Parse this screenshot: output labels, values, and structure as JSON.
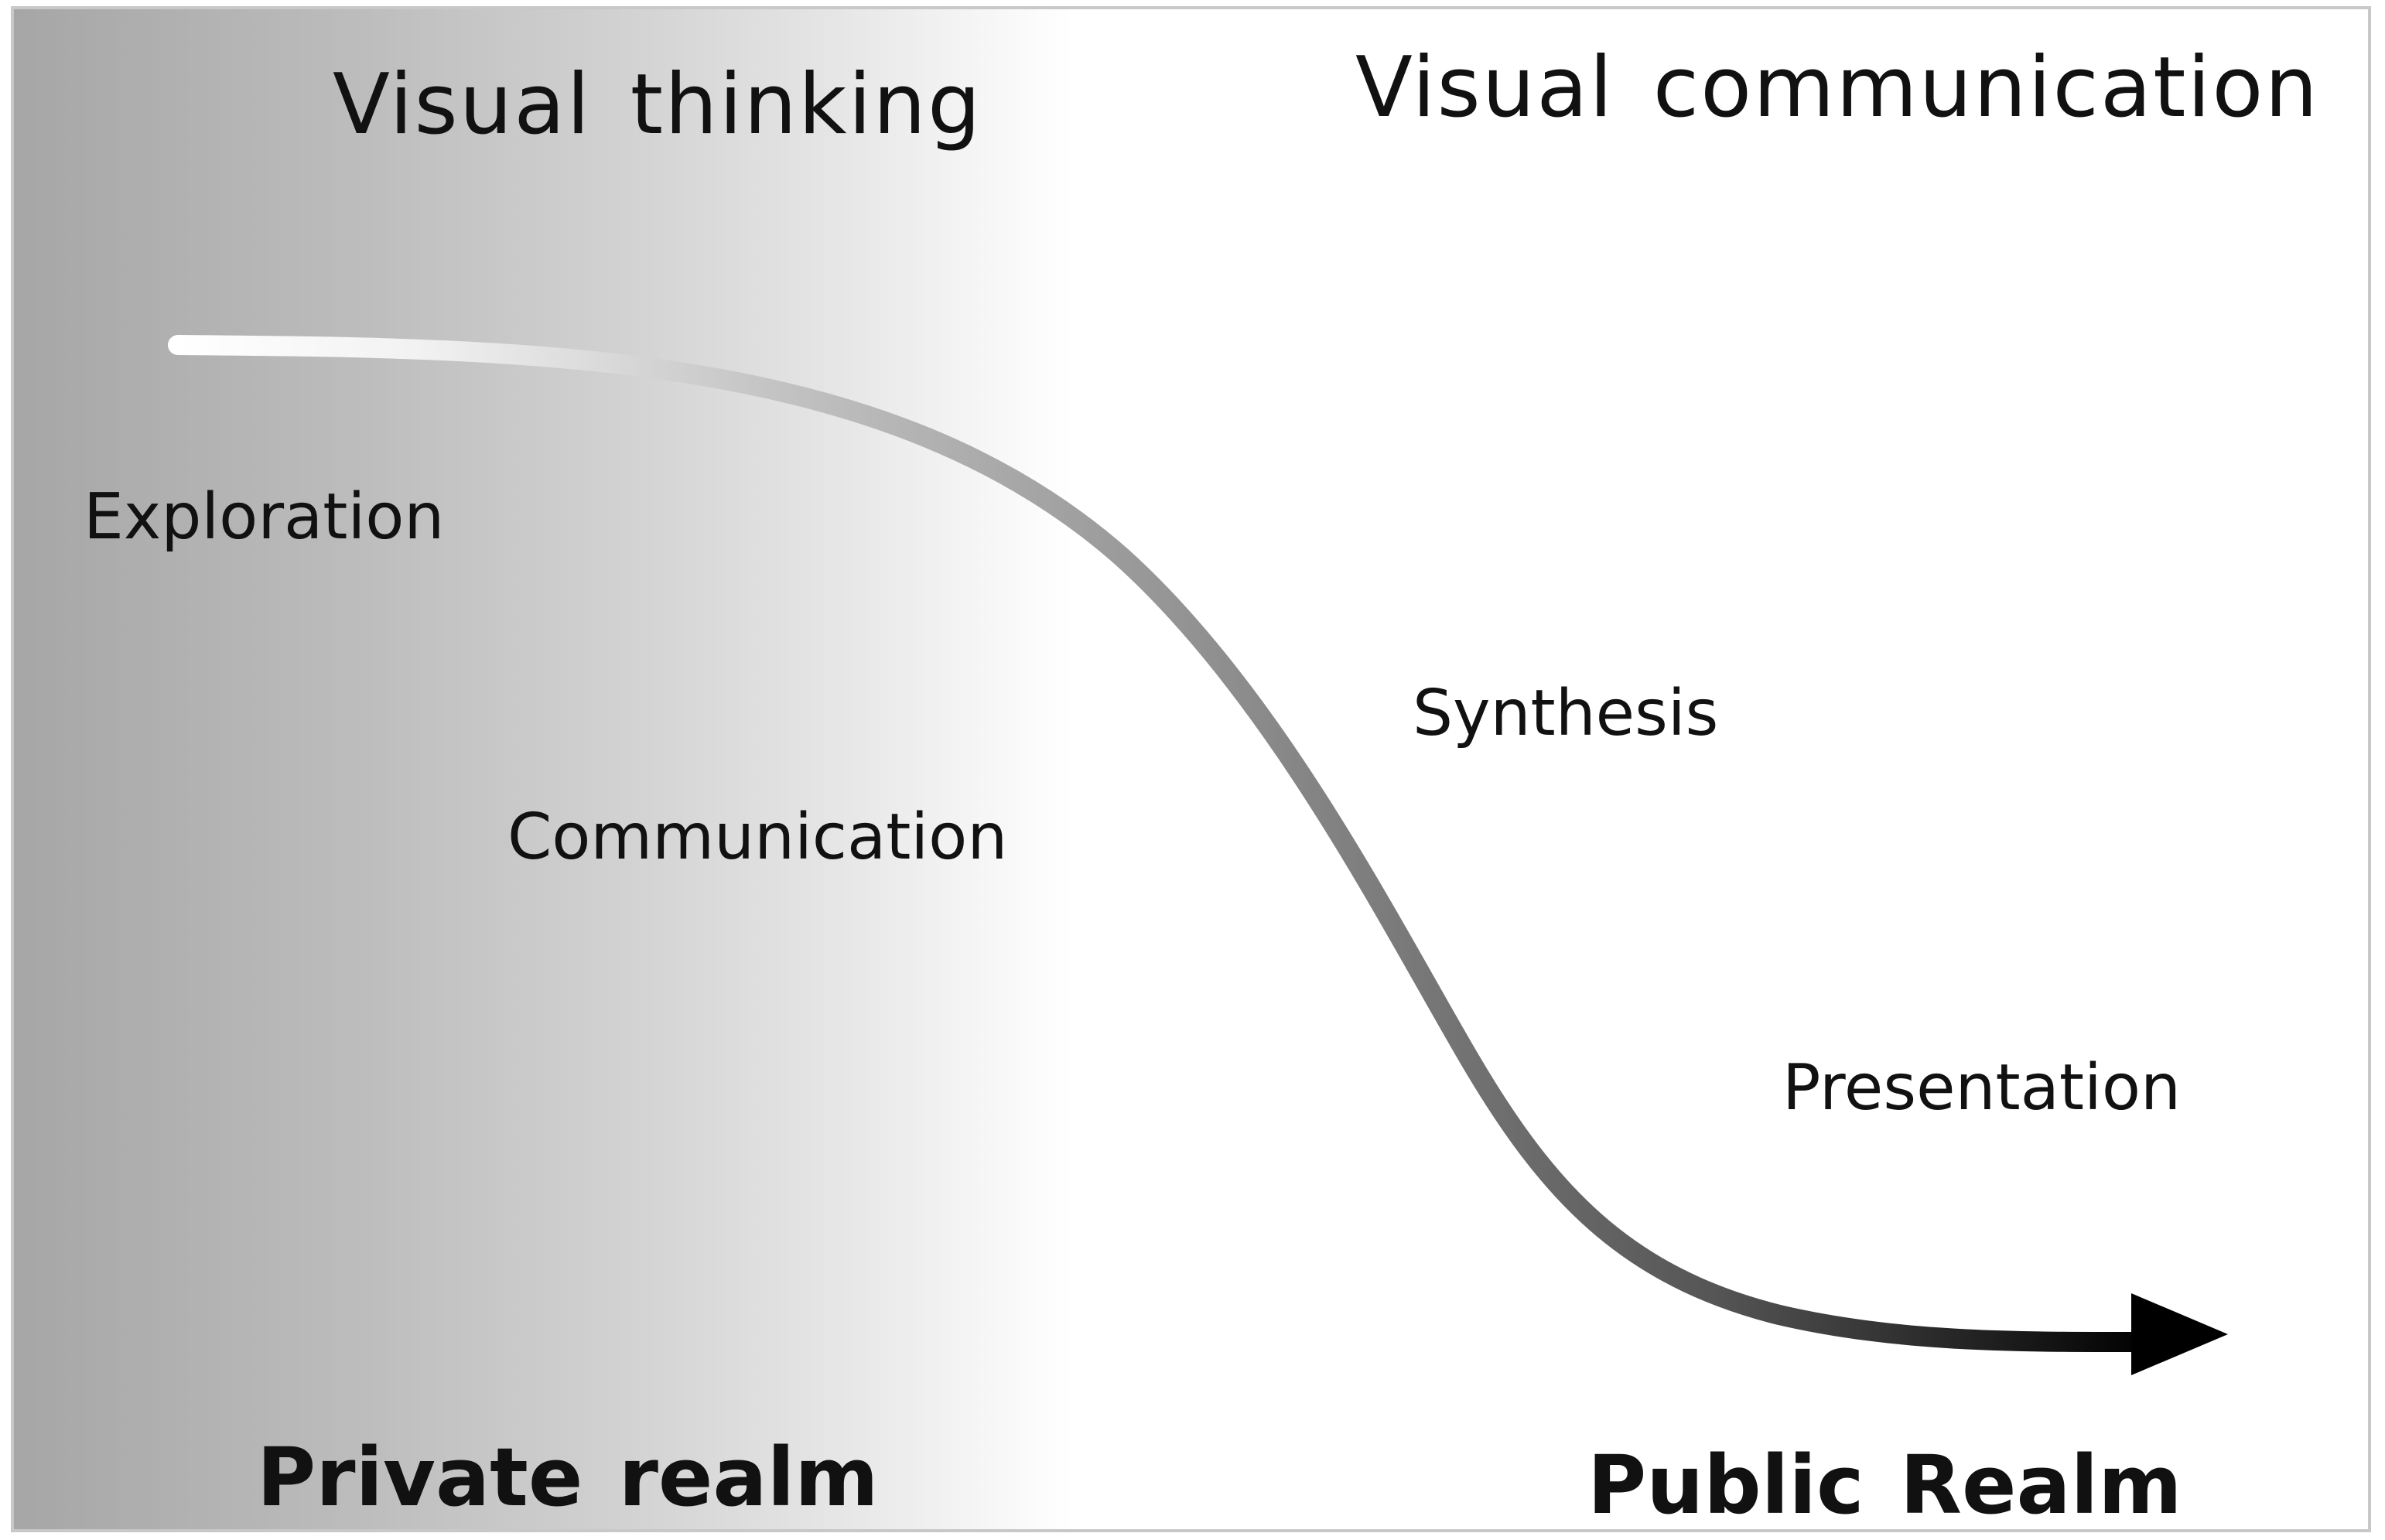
{
  "headings": {
    "left": "Visual  thinking",
    "right": "Visual  communication"
  },
  "phases": {
    "exploration": "Exploration",
    "communication": "Communication",
    "synthesis": "Synthesis",
    "presentation": "Presentation"
  },
  "realms": {
    "private": "Private  realm",
    "public": "Public Realm"
  },
  "colors": {
    "left_shade": "#a6a6a6",
    "curve_start": "#ffffff",
    "curve_end": "#000000",
    "text": "#111111"
  }
}
